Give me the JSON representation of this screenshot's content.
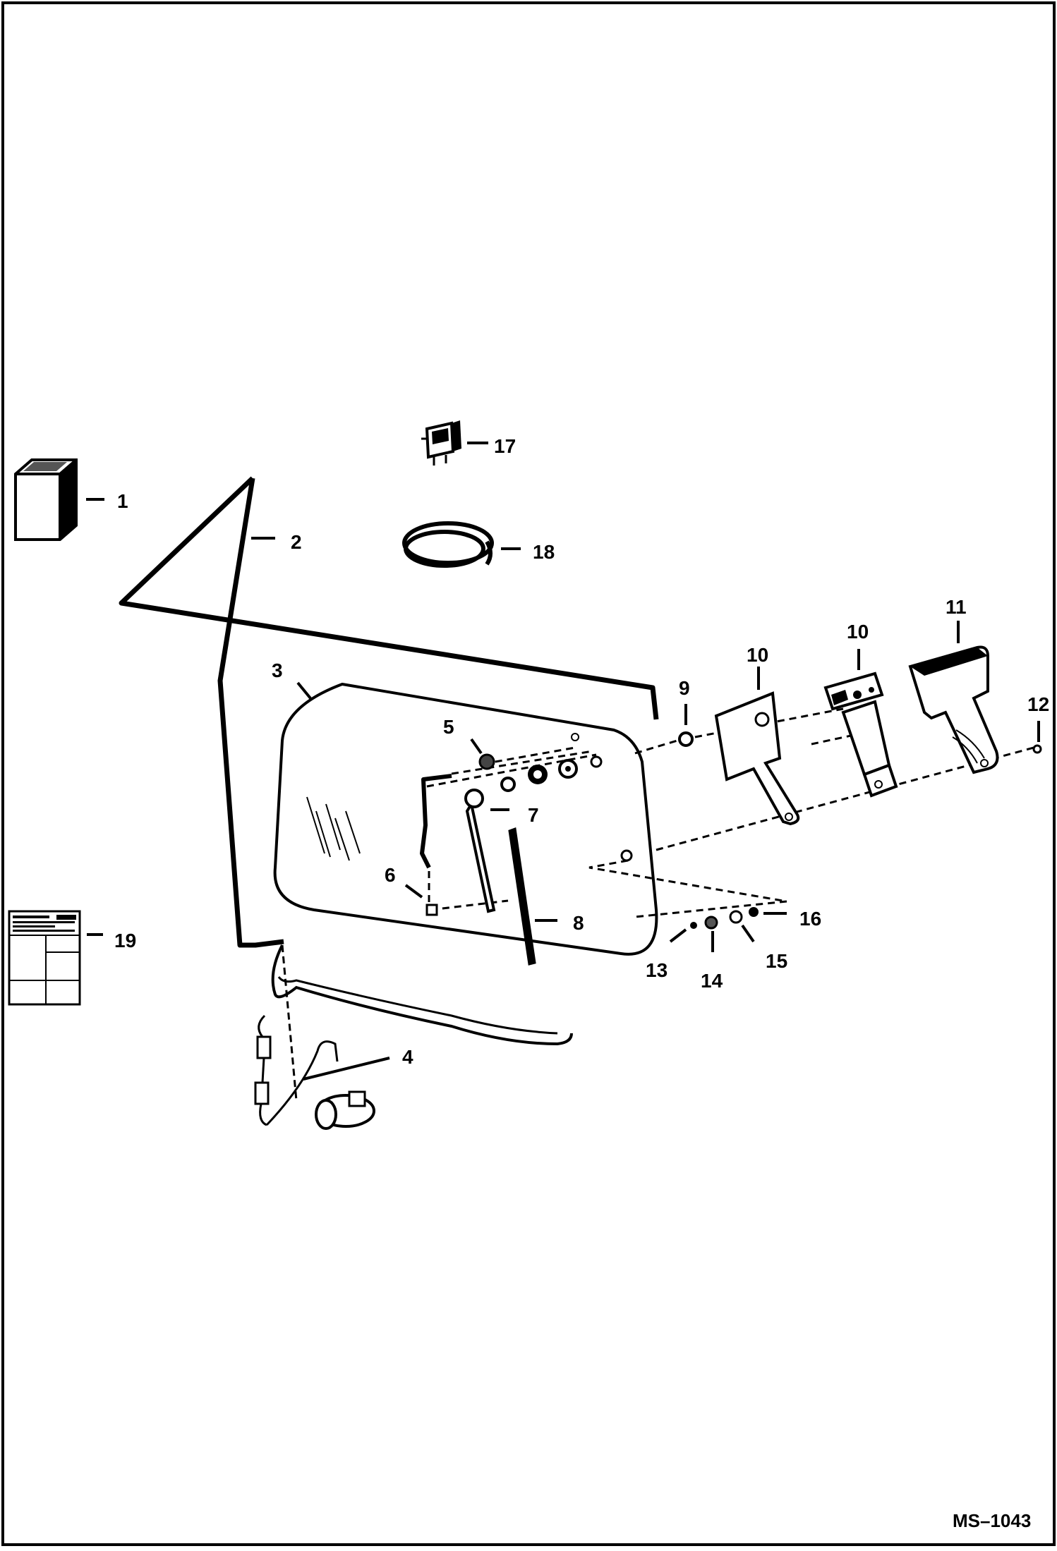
{
  "callouts": [
    "1",
    "2",
    "3",
    "4",
    "5",
    "6",
    "7",
    "8",
    "9",
    "10",
    "10",
    "11",
    "12",
    "13",
    "14",
    "15",
    "16",
    "17",
    "18",
    "19"
  ],
  "drawing_number": "MS–1043",
  "colors": {
    "ink": "#000000",
    "paper": "#ffffff",
    "screen": "#d8d8d8"
  }
}
